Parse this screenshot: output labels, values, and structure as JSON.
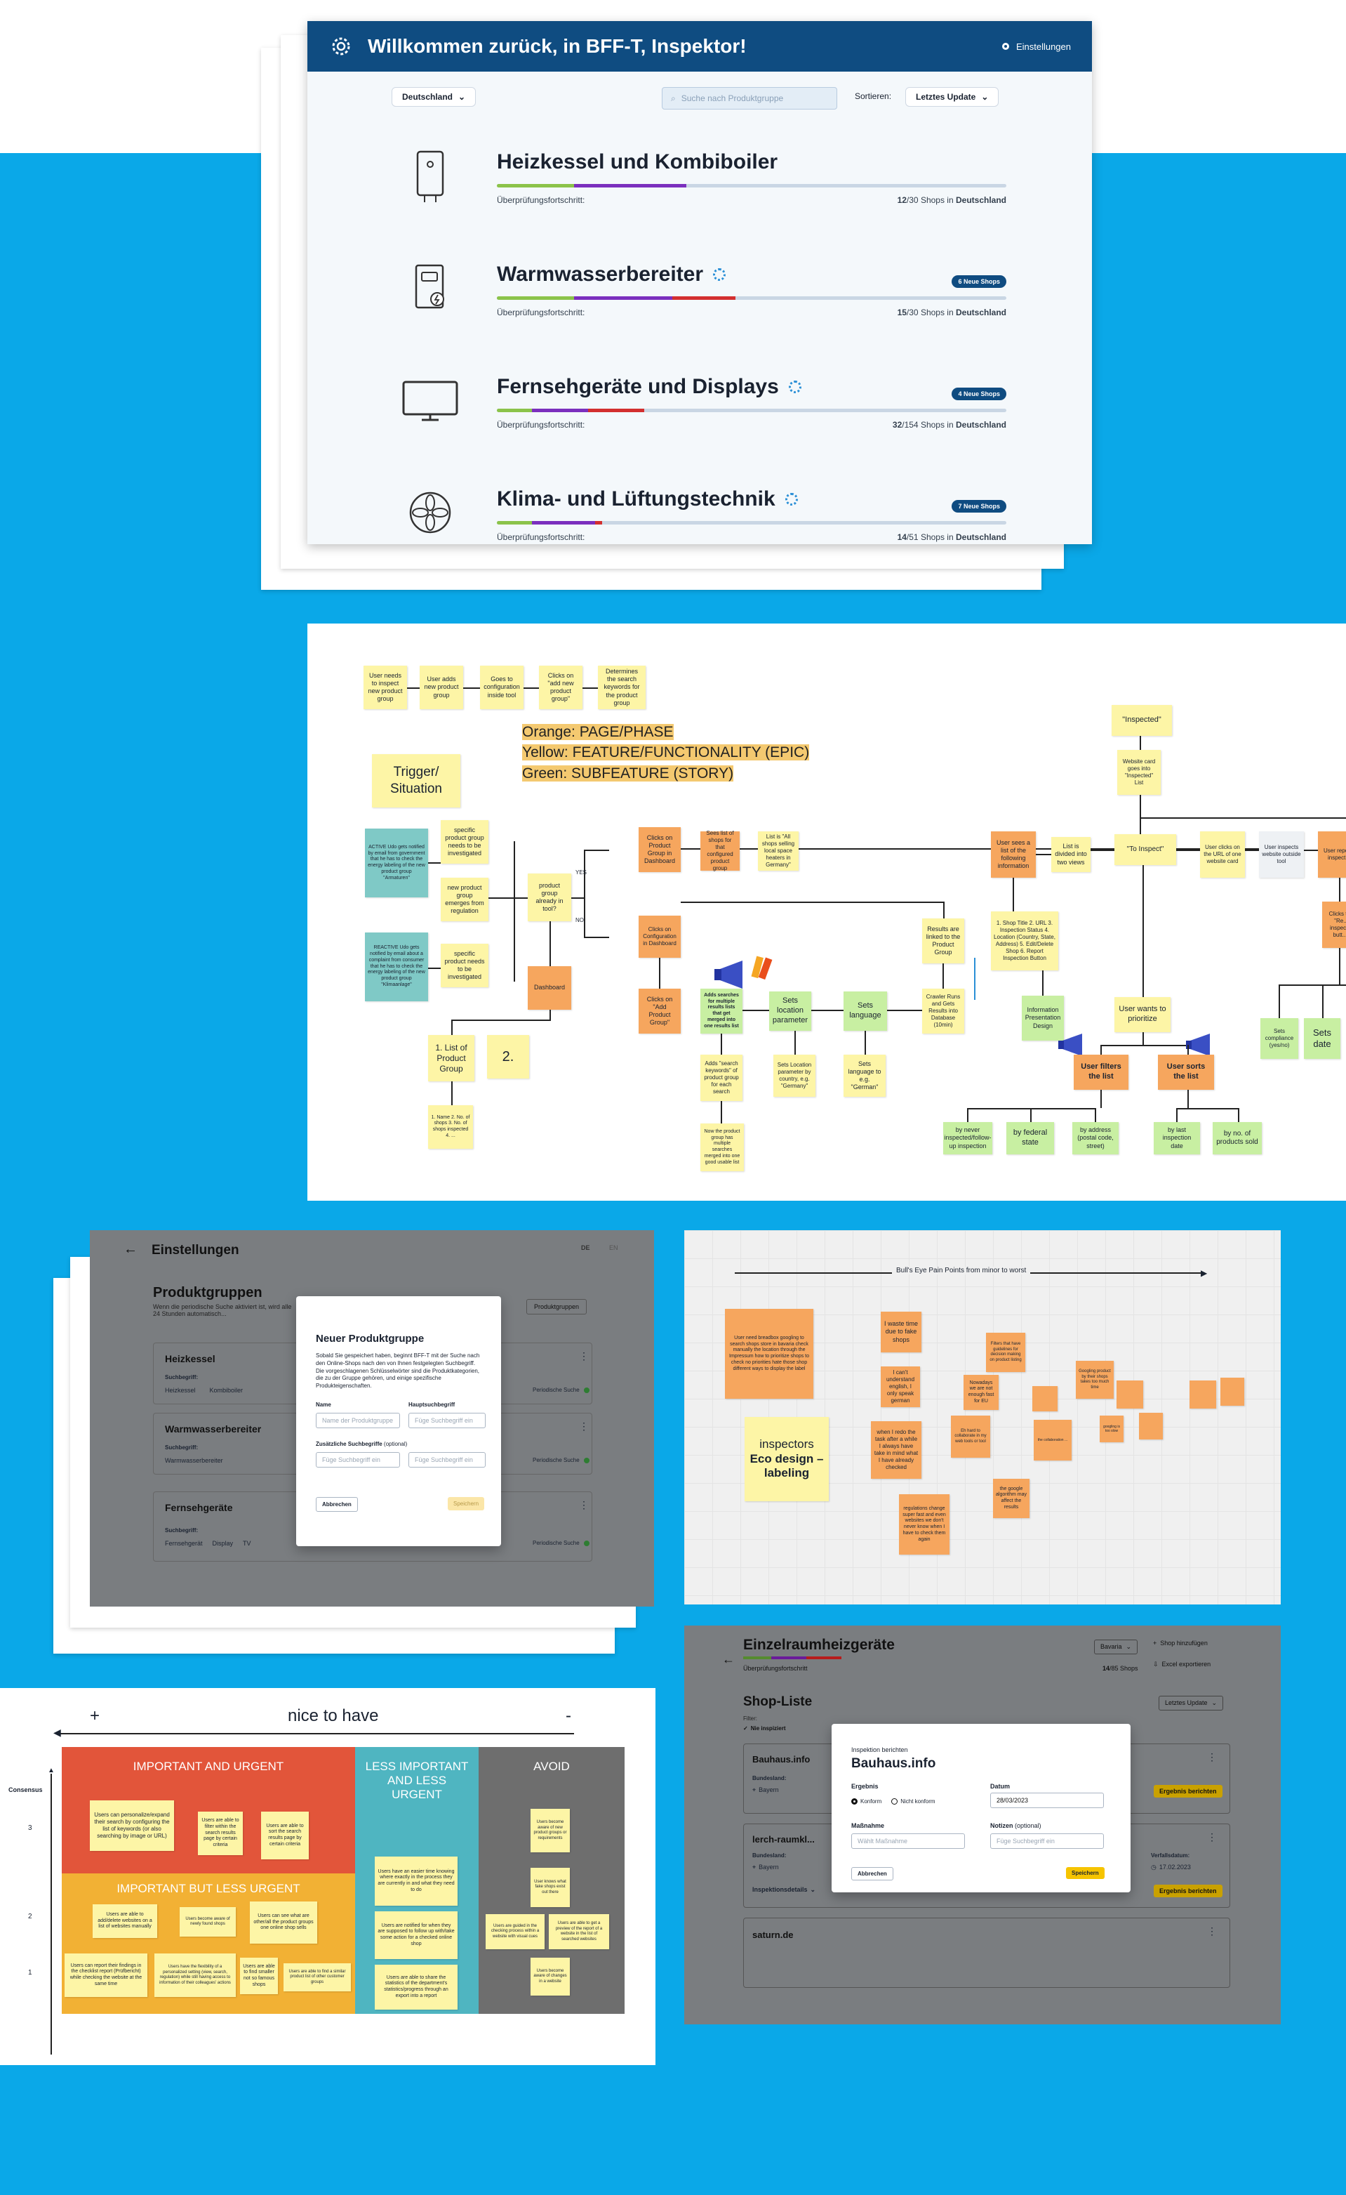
{
  "dashboard": {
    "title": "Willkommen zurück, in BFF-T, Inspektor!",
    "settings": "Einstellungen",
    "country": "Deutschland",
    "search_placeholder": "Suche nach Produktgruppe",
    "sort_label": "Sortieren:",
    "sort_value": "Letztes Update",
    "progress_label": "Überprüfungsfortschritt:",
    "items": [
      {
        "name": "Heizkessel und Kombiboiler",
        "count": "12",
        "total": "/30 Shops in ",
        "country": "Deutschland",
        "badge": ""
      },
      {
        "name": "Warmwasserbereiter",
        "count": "15",
        "total": "/30 Shops in ",
        "country": "Deutschland",
        "badge": "6 Neue Shops"
      },
      {
        "name": "Fernsehgeräte und Displays",
        "count": "32",
        "total": "/154 Shops in ",
        "country": "Deutschland",
        "badge": "4 Neue Shops"
      },
      {
        "name": "Klima- und Lüftungstechnik",
        "count": "14",
        "total": "/51 Shops in ",
        "country": "Deutschland",
        "badge": "7 Neue Shops"
      }
    ],
    "colors": {
      "header": "#0f4c81",
      "bar_green": "#8bc34a",
      "bar_purple": "#7b2fbe",
      "bar_red": "#d32f2f"
    }
  },
  "flow": {
    "legend": [
      "Orange: PAGE/PHASE",
      "Yellow: FEATURE/FUNCTIONALITY (EPIC)",
      "Green: SUBFEATURE (STORY)"
    ],
    "trigger": "Trigger/ Situation",
    "top": [
      "User needs to inspect new product group",
      "User adds new product group",
      "Goes to configuration inside tool",
      "Clicks on \"add new product group\"",
      "Determines the search keywords for the product group"
    ],
    "notes": {
      "teal1": "ACTIVE Udo gets notified by email from government that he has to check the energy labeling of the new product group \"Armaturen\"",
      "teal2": "REACTIVE Udo gets notified by email about a complaint from consumer that he has to check the energy labeling of the new product group \"Klimaanlage\"",
      "s1": "specific product group needs to be investigated",
      "s2": "new product group emerges from regulation",
      "s3": "specific product needs to be investigated",
      "q": "product group already in tool?",
      "yes": "YES",
      "no": "NO",
      "dash": "Dashboard",
      "list": "1. List of Product Group",
      "two": "2.",
      "listsub": "1. Name 2. No. of shops 3. No. of shops inspected 4. ...",
      "c1": "Clicks on Product Group in Dashboard",
      "c2": "Sees list of shops for that configured product group",
      "c3": "List is \"All shops selling local space heaters in Germany\"",
      "c4": "Clicks on Configuration in Dashboard",
      "c5": "Clicks on \"Add Product Group\"",
      "c6": "Adds searches for multiple results lists that get merged into one results list",
      "c7": "Sets location parameter",
      "c8": "Sets language",
      "c9": "Crawler Runs and Gets Results into Database (10min)",
      "c10": "Results are linked to the Product Group",
      "c11": "Adds \"search keywords\" of product group for each search",
      "c12": "Sets Location parameter by country, e.g. \"Germany\"",
      "c13": "Sets language to e.g. \"German\"",
      "c14": "Now the product group has multiple searches merged into one good usable list",
      "d1": "User sees a list of the following information",
      "d2": "List is divided into two views",
      "d3": "1. Shop Title 2. URL 3. Inspection Status 4. Location (Country, State, Address) 5. Edit/Delete Shop 6. Report Inspection Button",
      "d4": "Information Presentation Design",
      "d5": "\"Inspected\"",
      "d6": "Website card goes into \"Inspected\" List",
      "d7": "\"To Inspect\"",
      "d8": "User clicks on the URL of one website card",
      "d9": "User inspects website outside tool",
      "d10": "User reports inspect...",
      "d11": "Clicks the \"Re... inspect... butt...\"",
      "d12": "User wants to prioritize",
      "d13": "User filters the list",
      "d14": "User sorts the list",
      "d15": "by never inspected/follow-up inspection",
      "d16": "by federal state",
      "d17": "by address (postal code, street)",
      "d18": "by last inspection date",
      "d19": "by no. of products sold",
      "d20": "Sets compliance (yes/no)",
      "d21": "Sets date"
    }
  },
  "settings_screen": {
    "title": "Einstellungen",
    "lang": [
      "DE",
      "EN"
    ],
    "section": "Produktgruppen",
    "section_desc": "Wenn die periodische Suche aktiviert ist, wird alle 24 Stunden automatisch...",
    "add_button": "Produktgruppen",
    "groups": [
      {
        "name": "Heizkessel",
        "label": "Suchbegriff:",
        "tags": [
          "Heizkessel",
          "Kombiboiler"
        ],
        "toggle": "Periodische Suche"
      },
      {
        "name": "Warmwasserbereiter",
        "label": "Suchbegriff:",
        "tags": [
          "Warmwasserbereiter"
        ],
        "toggle": "Periodische Suche"
      },
      {
        "name": "Fernsehgeräte",
        "label": "Suchbegriff:",
        "tags": [
          "Fernsehgerät",
          "Display",
          "TV"
        ],
        "toggle": "Periodische Suche"
      }
    ],
    "modal": {
      "title": "Neuer Produktgruppe",
      "desc": "Sobald Sie gespeichert haben, beginnt BFF-T mit der Suche nach den Online-Shops nach den von Ihnen festgelegten Suchbegriff. Die vorgeschlagenen Schlüsselwörter sind die Produktkategorien, die zu der Gruppe gehören, und einige spezifische Produkteigenschaften.",
      "name_label": "Name",
      "name_ph": "Name der Produktgruppe",
      "main_label": "Hauptsuchbegriff",
      "main_ph": "Füge Suchbegriff ein",
      "extra_label": "Zusätzliche Suchbegriffe",
      "extra_opt": "(optional)",
      "extra_ph": "Füge Suchbegriff ein",
      "cancel": "Abbrechen",
      "save": "Speichern"
    }
  },
  "pain": {
    "axis": "Bull's Eye Pain Points from minor to worst",
    "persona": "inspectors",
    "topic": "Eco design – labeling",
    "notes": [
      "User need breadbox googling to search shops store in bavaria check manually the location through the Impressum how to prioritize shops to check no priorities hate those shop different ways to display the label",
      "I waste time due to fake shops",
      "I can't understand english, I only speak german",
      "Filters that have guidelines for decision making on product listing",
      "Nowadays we are not enough fast for EU",
      "when I redo the task after a while I always have take in mind what I have already checked",
      "Eh hard to collaborate in my web tools or tool",
      "Googling product by their shops takes too much time",
      "regulations change super fast and even websites we don't never know when I have to check them again",
      "the google algorithm may affect the results",
      "googling is too slow",
      "the collaboration ..."
    ]
  },
  "matrix": {
    "plus": "+",
    "title": "nice to have",
    "minus": "-",
    "yaxis": "Consensus",
    "ticks": [
      "3",
      "2",
      "1"
    ],
    "zones": {
      "iu": "IMPORTANT AND URGENT",
      "ib": "IMPORTANT BUT LESS URGENT",
      "li": "LESS IMPORTANT AND LESS URGENT",
      "av": "AVOID"
    },
    "notes": {
      "a1": "Users can personalize/expand their search by configuring the list of keywords (or also searching by image or URL)",
      "a2": "Users are able to filter within the search results page by certain criteria",
      "a3": "Users are able to sort the search results page by certain criteria",
      "b1": "Users are able to add/delete websites on a list of websites manually",
      "b2": "Users become aware of newly found shops",
      "b3": "Users can see what are other/all the product groups one online shop sells",
      "b4": "Users can report their findings in the checklist report (Prüfbericht) while checking the website at the same time",
      "b5": "Users have the flexibility of a personalized setting (view, search, regulation) while still having access to information of their colleagues' actions",
      "b6": "Users are able to find smaller not so famous shops",
      "b7": "Users are able to find a similar product list of other customer groups",
      "c1": "Users have an easier time knowing where exactly in the process they are currently in and what they need to do",
      "c2": "Users are notified for when they are supposed to follow up with/take some action for a checked online shop",
      "c3": "Users are able to share the statistics of the department's statistics/progress through an export into a report",
      "d1": "Users become aware of new product groups or requirements",
      "d2": "User knows what fake shops exist out there",
      "d3": "Users are guided in the checking process within a website with visual cues",
      "d4": "Users are able to get a preview of the report of a website in the list of searched websites",
      "d5": "Users become aware of changes in a website"
    }
  },
  "room": {
    "title": "Einzelraumheizgeräte",
    "state": "Bavaria",
    "add": "Shop hinzufügen",
    "export": "Excel exportieren",
    "progress": "Überprüfungsfortschritt",
    "count": "14",
    "count_total": "/85 Shops",
    "list": "Shop-Liste",
    "sort": "Letztes Update",
    "filter": "Filter:",
    "filter_val": "Nie inspiziert",
    "shops": [
      {
        "name": "Bauhaus.info",
        "label": "Bundesland:",
        "state": "Bayern",
        "btn": "Ergebnis berichten"
      },
      {
        "name": "lerch-raumkl...",
        "label": "Bundesland:",
        "state": "Bayern",
        "btn": "Ergebnis berichten",
        "date_label": "Verfallsdatum:",
        "date": "17.02.2023",
        "detail": "Inspektionsdetails"
      },
      {
        "name": "saturn.de",
        "label": "",
        "state": "",
        "btn": ""
      }
    ],
    "modal": {
      "over": "Inspektion berichten",
      "title": "Bauhaus.info",
      "res_label": "Ergebnis",
      "r1": "Konform",
      "r2": "Nicht konform",
      "date_label": "Datum",
      "date": "28/03/2023",
      "m_label": "Maßnahme",
      "m_ph": "Wählt Maßnahme",
      "n_label": "Notizen",
      "n_opt": "(optional)",
      "n_ph": "Füge Suchbegriff ein",
      "cancel": "Abbrechen",
      "save": "Speichern"
    }
  }
}
